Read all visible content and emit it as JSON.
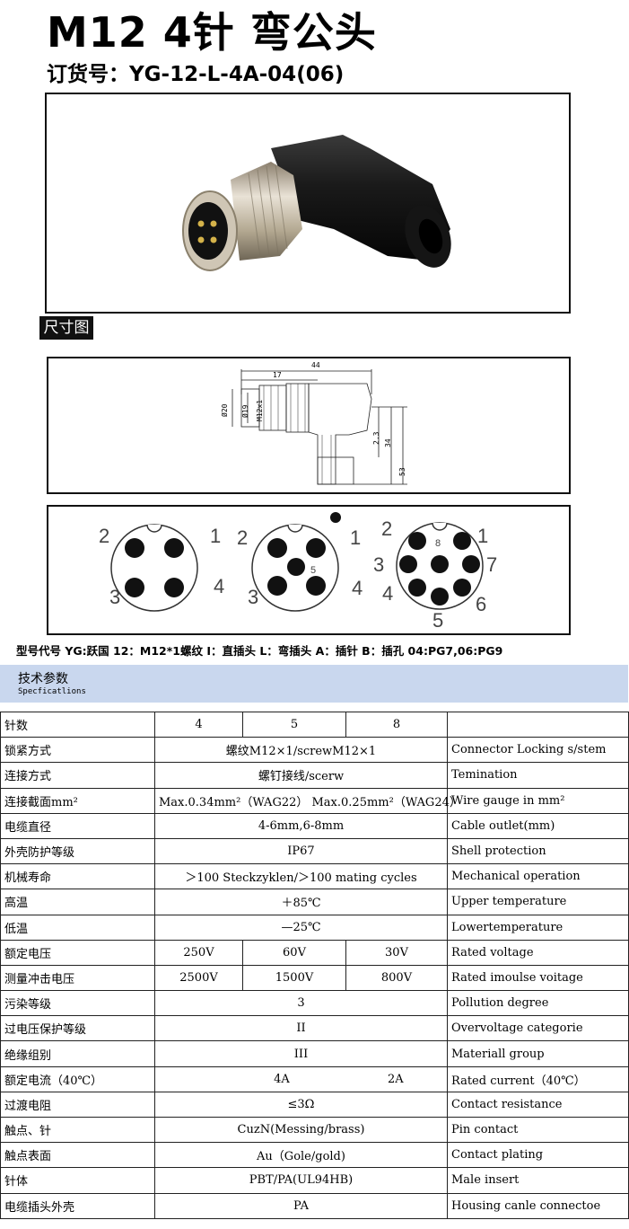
{
  "title": "M12 4针 弯公头",
  "order_number": "订货号：YG-12-L-4A-04(06)",
  "dimension_label": "尺寸图",
  "drawing_labels": {
    "length_total": "44",
    "length_partial": "17",
    "dia_outer": "Ø20",
    "thread_a": "Ø19",
    "thread_b": "M12x1",
    "height_a": "2.3",
    "height_b": "34",
    "height_c": "53"
  },
  "pin_layouts": [
    {
      "name": "4-pin",
      "labels": [
        "1",
        "2",
        "3",
        "4"
      ]
    },
    {
      "name": "5-pin",
      "labels": [
        "1",
        "2",
        "3",
        "4",
        "5"
      ]
    },
    {
      "name": "8-pin",
      "labels": [
        "1",
        "2",
        "3",
        "4",
        "5",
        "6",
        "7",
        "8"
      ]
    }
  ],
  "model_code_line": "型号代号  YG:跃国  12：M12*1螺纹  I：直插头  L：弯插头  A：插针  B：插孔  04:PG7,06:PG9",
  "spec_header": {
    "zh": "技术参数",
    "en": "Specficatlions"
  },
  "specs": [
    {
      "label": "针数",
      "values": [
        "4",
        "5",
        "8"
      ],
      "en": ""
    },
    {
      "label": "锁紧方式",
      "value": "螺纹M12×1/screwM12×1",
      "en": "Connector Locking s/stem"
    },
    {
      "label": "连接方式",
      "value": "螺钉接线/scerw",
      "en": "Temination"
    },
    {
      "label": "连接截面mm²",
      "value": "Max.0.34mm²（WAG22）  Max.0.25mm²（WAG24）",
      "en": "Wire gauge in mm²"
    },
    {
      "label": "电缆直径",
      "value": "4-6mm,6-8mm",
      "en": "Cable outlet(mm)"
    },
    {
      "label": "外壳防护等级",
      "value": "IP67",
      "en": "Shell protection"
    },
    {
      "label": "机械寿命",
      "value": "＞100 Steckzyklen/＞100 mating cycles",
      "en": "Mechanical operation"
    },
    {
      "label": "高温",
      "value": "＋85℃",
      "en": "Upper temperature"
    },
    {
      "label": "低温",
      "value": "—25℃",
      "en": "Lowertemperature"
    },
    {
      "label": "额定电压",
      "values": [
        "250V",
        "60V",
        "30V"
      ],
      "en": "Rated voltage"
    },
    {
      "label": "测量冲击电压",
      "values": [
        "2500V",
        "1500V",
        "800V"
      ],
      "en": "Rated imoulse voitage"
    },
    {
      "label": "污染等级",
      "value": "3",
      "en": "Pollution degree"
    },
    {
      "label": "过电压保护等级",
      "value": "II",
      "en": "Overvoltage categorie"
    },
    {
      "label": "绝缘组别",
      "value": "III",
      "en": "Materiall group"
    },
    {
      "label": "额定电流（40℃）",
      "value_a": "4A",
      "value_b": "2A",
      "en": "Rated current（40℃）"
    },
    {
      "label": "过渡电阻",
      "value": "≤3Ω",
      "en": "Contact resistance"
    },
    {
      "label": "触点、针",
      "value": "CuzN(Messing/brass)",
      "en": "Pin contact"
    },
    {
      "label": "触点表面",
      "value": "Au（Gole/gold)",
      "en": "Contact plating"
    },
    {
      "label": "针体",
      "value": "PBT/PA(UL94HB)",
      "en": "Male insert"
    },
    {
      "label": "电缆插头外壳",
      "value": "PA",
      "en": "Housing canle connectoe"
    }
  ]
}
